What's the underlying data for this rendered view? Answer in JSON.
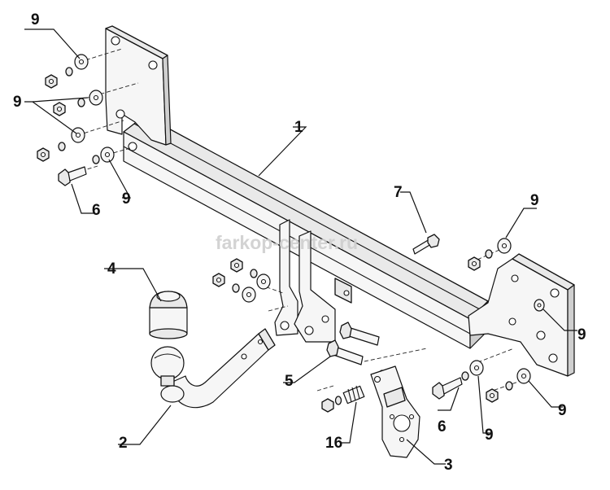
{
  "watermark": "farkop-center.ru",
  "callouts": {
    "c1": "1",
    "c2": "2",
    "c3": "3",
    "c4": "4",
    "c5": "5",
    "c6a": "6",
    "c6b": "6",
    "c7": "7",
    "c9a": "9",
    "c9b": "9",
    "c9c": "9",
    "c9d": "9",
    "c9e": "9",
    "c9f": "9",
    "c9g": "9",
    "c16": "16"
  }
}
